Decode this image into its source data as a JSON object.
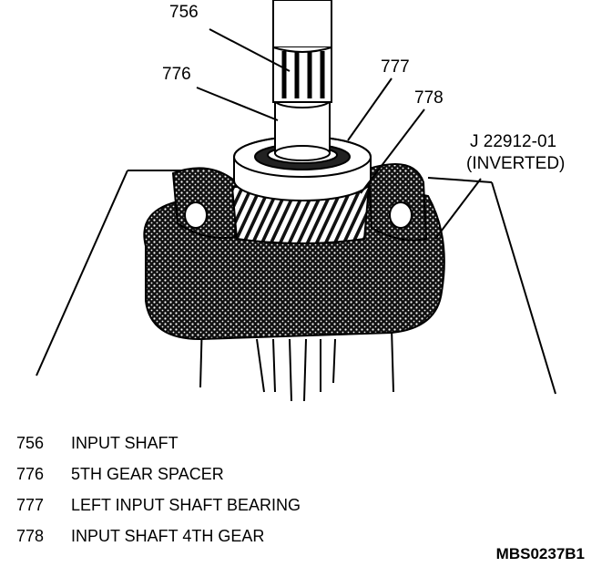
{
  "callouts": {
    "c756": "756",
    "c776": "776",
    "c777": "777",
    "c778": "778",
    "tool_line1": "J 22912-01",
    "tool_line2": "(INVERTED)"
  },
  "legend": [
    {
      "number": "756",
      "text": "INPUT SHAFT"
    },
    {
      "number": "776",
      "text": "5TH GEAR SPACER"
    },
    {
      "number": "777",
      "text": "LEFT INPUT SHAFT BEARING"
    },
    {
      "number": "778",
      "text": "INPUT SHAFT 4TH GEAR"
    }
  ],
  "figure_code": "MBS0237B1",
  "colors": {
    "ink": "#000000",
    "paper": "#ffffff"
  }
}
